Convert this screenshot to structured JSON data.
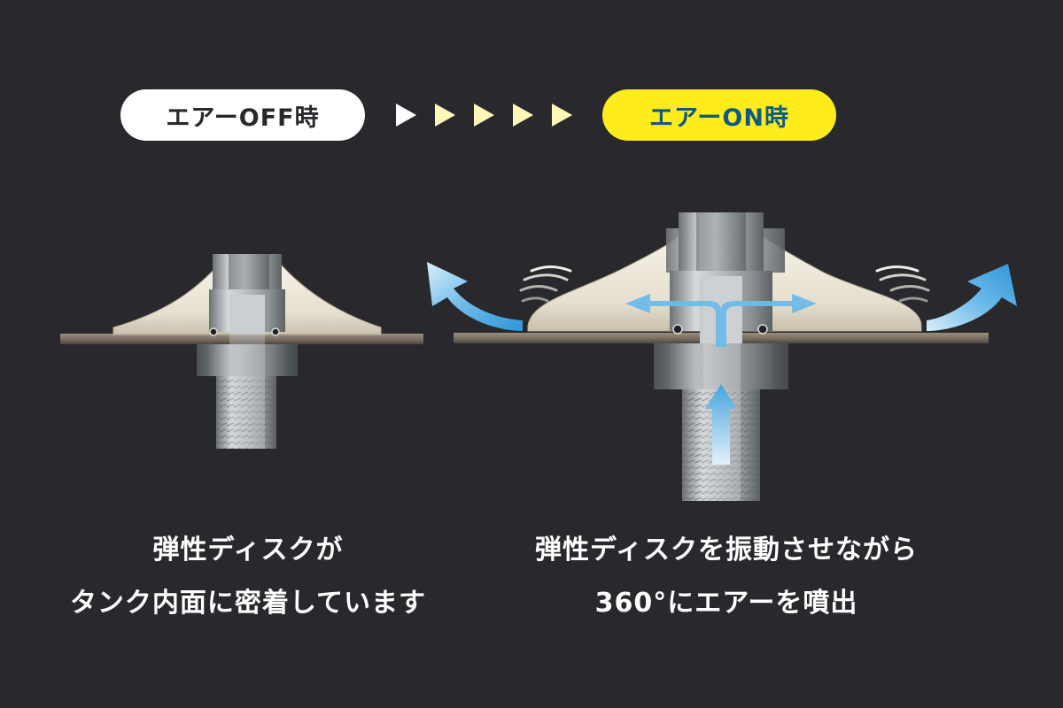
{
  "header": {
    "off_label": "エアーOFF時",
    "on_label": "エアーON時",
    "arrow_colors": [
      "#ffffff",
      "#fff7b8",
      "#fff7b8",
      "#fff7b8",
      "#fff7b8"
    ]
  },
  "captions": {
    "off_line1": "弾性ディスクが",
    "off_line2": "タンク内面に密着しています",
    "on_line1": "弾性ディスクを振動させながら",
    "on_line2": "360°にエアーを噴出"
  },
  "colors": {
    "background": "#29282c",
    "off_pill": "#ffffff",
    "on_pill": "#ffec1c",
    "on_text": "#0e5a84",
    "air_arrow": "#3fa3df",
    "disc": "#ece7da",
    "metal": "#aeb2b4"
  }
}
